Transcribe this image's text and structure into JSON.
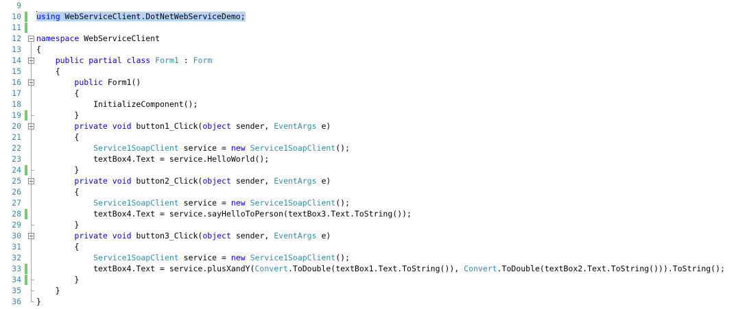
{
  "editor": {
    "lines": [
      {
        "n": "9",
        "changed": false,
        "fold": false,
        "tokens": []
      },
      {
        "n": "10",
        "changed": true,
        "fold": false,
        "selected": true,
        "tokens": [
          {
            "t": "using",
            "c": "kw"
          },
          {
            "t": " WebServiceClient.DotNetWebServiceDemo;",
            "c": ""
          }
        ]
      },
      {
        "n": "11",
        "changed": true,
        "fold": false,
        "tokens": []
      },
      {
        "n": "12",
        "changed": false,
        "fold": true,
        "tokens": [
          {
            "t": "namespace",
            "c": "kw"
          },
          {
            "t": " WebServiceClient",
            "c": ""
          }
        ]
      },
      {
        "n": "13",
        "changed": false,
        "fold": false,
        "tokens": [
          {
            "t": "{",
            "c": ""
          }
        ]
      },
      {
        "n": "14",
        "changed": false,
        "fold": true,
        "tokens": [
          {
            "t": "    ",
            "c": ""
          },
          {
            "t": "public",
            "c": "kw"
          },
          {
            "t": " ",
            "c": ""
          },
          {
            "t": "partial",
            "c": "kw"
          },
          {
            "t": " ",
            "c": ""
          },
          {
            "t": "class",
            "c": "kw"
          },
          {
            "t": " ",
            "c": ""
          },
          {
            "t": "Form1",
            "c": "ty"
          },
          {
            "t": " : ",
            "c": ""
          },
          {
            "t": "Form",
            "c": "ty"
          }
        ]
      },
      {
        "n": "15",
        "changed": false,
        "fold": false,
        "tokens": [
          {
            "t": "    {",
            "c": ""
          }
        ]
      },
      {
        "n": "16",
        "changed": false,
        "fold": true,
        "tokens": [
          {
            "t": "        ",
            "c": ""
          },
          {
            "t": "public",
            "c": "kw"
          },
          {
            "t": " Form1()",
            "c": ""
          }
        ]
      },
      {
        "n": "17",
        "changed": false,
        "fold": false,
        "tokens": [
          {
            "t": "        {",
            "c": ""
          }
        ]
      },
      {
        "n": "18",
        "changed": false,
        "fold": false,
        "tokens": [
          {
            "t": "            InitializeComponent();",
            "c": ""
          }
        ]
      },
      {
        "n": "19",
        "changed": true,
        "fold": false,
        "tokens": [
          {
            "t": "        }",
            "c": ""
          }
        ]
      },
      {
        "n": "20",
        "changed": false,
        "fold": true,
        "tokens": [
          {
            "t": "        ",
            "c": ""
          },
          {
            "t": "private",
            "c": "kw"
          },
          {
            "t": " ",
            "c": ""
          },
          {
            "t": "void",
            "c": "kw"
          },
          {
            "t": " button1_Click(",
            "c": ""
          },
          {
            "t": "object",
            "c": "kw"
          },
          {
            "t": " sender, ",
            "c": ""
          },
          {
            "t": "EventArgs",
            "c": "ty"
          },
          {
            "t": " e)",
            "c": ""
          }
        ]
      },
      {
        "n": "21",
        "changed": false,
        "fold": false,
        "tokens": [
          {
            "t": "        {",
            "c": ""
          }
        ]
      },
      {
        "n": "22",
        "changed": false,
        "fold": false,
        "tokens": [
          {
            "t": "            ",
            "c": ""
          },
          {
            "t": "Service1SoapClient",
            "c": "ty"
          },
          {
            "t": " service = ",
            "c": ""
          },
          {
            "t": "new",
            "c": "kw"
          },
          {
            "t": " ",
            "c": ""
          },
          {
            "t": "Service1SoapClient",
            "c": "ty"
          },
          {
            "t": "();",
            "c": ""
          }
        ]
      },
      {
        "n": "23",
        "changed": false,
        "fold": false,
        "tokens": [
          {
            "t": "            textBox4.Text = service.HelloWorld();",
            "c": ""
          }
        ]
      },
      {
        "n": "24",
        "changed": true,
        "fold": false,
        "tokens": [
          {
            "t": "        }",
            "c": ""
          }
        ]
      },
      {
        "n": "25",
        "changed": false,
        "fold": true,
        "tokens": [
          {
            "t": "        ",
            "c": ""
          },
          {
            "t": "private",
            "c": "kw"
          },
          {
            "t": " ",
            "c": ""
          },
          {
            "t": "void",
            "c": "kw"
          },
          {
            "t": " button2_Click(",
            "c": ""
          },
          {
            "t": "object",
            "c": "kw"
          },
          {
            "t": " sender, ",
            "c": ""
          },
          {
            "t": "EventArgs",
            "c": "ty"
          },
          {
            "t": " e)",
            "c": ""
          }
        ]
      },
      {
        "n": "26",
        "changed": false,
        "fold": false,
        "tokens": [
          {
            "t": "        {",
            "c": ""
          }
        ]
      },
      {
        "n": "27",
        "changed": false,
        "fold": false,
        "tokens": [
          {
            "t": "            ",
            "c": ""
          },
          {
            "t": "Service1SoapClient",
            "c": "ty"
          },
          {
            "t": " service = ",
            "c": ""
          },
          {
            "t": "new",
            "c": "kw"
          },
          {
            "t": " ",
            "c": ""
          },
          {
            "t": "Service1SoapClient",
            "c": "ty"
          },
          {
            "t": "();",
            "c": ""
          }
        ]
      },
      {
        "n": "28",
        "changed": true,
        "fold": false,
        "tokens": [
          {
            "t": "            textBox4.Text = service.sayHelloToPerson(textBox3.Text.ToString());",
            "c": ""
          }
        ]
      },
      {
        "n": "29",
        "changed": false,
        "fold": false,
        "tokens": [
          {
            "t": "        }",
            "c": ""
          }
        ]
      },
      {
        "n": "30",
        "changed": false,
        "fold": true,
        "tokens": [
          {
            "t": "        ",
            "c": ""
          },
          {
            "t": "private",
            "c": "kw"
          },
          {
            "t": " ",
            "c": ""
          },
          {
            "t": "void",
            "c": "kw"
          },
          {
            "t": " button3_Click(",
            "c": ""
          },
          {
            "t": "object",
            "c": "kw"
          },
          {
            "t": " sender, ",
            "c": ""
          },
          {
            "t": "EventArgs",
            "c": "ty"
          },
          {
            "t": " e)",
            "c": ""
          }
        ]
      },
      {
        "n": "31",
        "changed": false,
        "fold": false,
        "tokens": [
          {
            "t": "        {",
            "c": ""
          }
        ]
      },
      {
        "n": "32",
        "changed": false,
        "fold": false,
        "tokens": [
          {
            "t": "            ",
            "c": ""
          },
          {
            "t": "Service1SoapClient",
            "c": "ty"
          },
          {
            "t": " service = ",
            "c": ""
          },
          {
            "t": "new",
            "c": "kw"
          },
          {
            "t": " ",
            "c": ""
          },
          {
            "t": "Service1SoapClient",
            "c": "ty"
          },
          {
            "t": "();",
            "c": ""
          }
        ]
      },
      {
        "n": "33",
        "changed": true,
        "fold": false,
        "tokens": [
          {
            "t": "            textBox4.Text = service.plusXandY(",
            "c": ""
          },
          {
            "t": "Convert",
            "c": "ty"
          },
          {
            "t": ".ToDouble(textBox1.Text.ToString()), ",
            "c": ""
          },
          {
            "t": "Convert",
            "c": "ty"
          },
          {
            "t": ".ToDouble(textBox2.Text.ToString())).ToString();",
            "c": ""
          }
        ]
      },
      {
        "n": "34",
        "changed": true,
        "fold": false,
        "tokens": [
          {
            "t": "        }",
            "c": ""
          }
        ]
      },
      {
        "n": "35",
        "changed": false,
        "fold": false,
        "tokens": [
          {
            "t": "    }",
            "c": ""
          }
        ]
      },
      {
        "n": "36",
        "changed": false,
        "fold": false,
        "tokens": [
          {
            "t": "}",
            "c": ""
          }
        ]
      }
    ]
  },
  "colors": {
    "keyword": "#0000ff",
    "type": "#2b91af",
    "line_number": "#2b91af",
    "change_marker": "#6cd36c",
    "selection": "#b4d5f7"
  }
}
